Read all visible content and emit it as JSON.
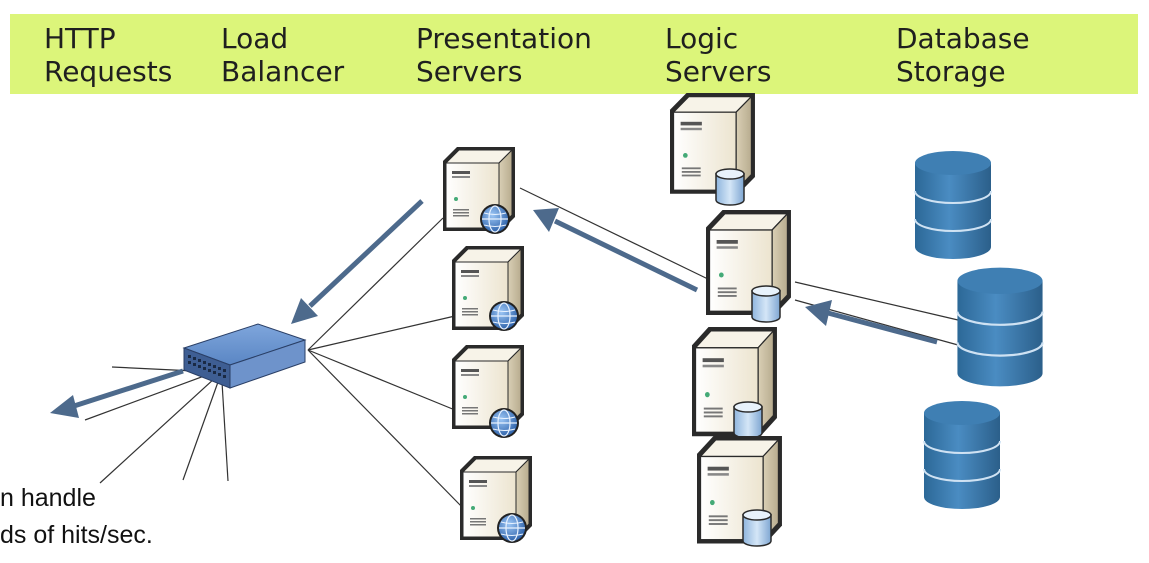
{
  "header": {
    "columns": [
      {
        "line1": "HTTP",
        "line2": "Requests"
      },
      {
        "line1": "Load",
        "line2": "Balancer"
      },
      {
        "line1": "Presentation",
        "line2": "Servers"
      },
      {
        "line1": "Logic",
        "line2": "Servers"
      },
      {
        "line1": "Database",
        "line2": "Storage"
      }
    ],
    "background_color": "#dcf57a"
  },
  "caption": {
    "line1": "n handle",
    "line2": "ds of hits/sec."
  },
  "colors": {
    "arrow": "#4d6a8c",
    "database": "#3b7bb0",
    "server_body": "#f2ecdc",
    "globe": "#3f78c4"
  },
  "icons": [
    "network-switch-icon",
    "web-server-icon",
    "app-server-icon",
    "database-icon"
  ]
}
